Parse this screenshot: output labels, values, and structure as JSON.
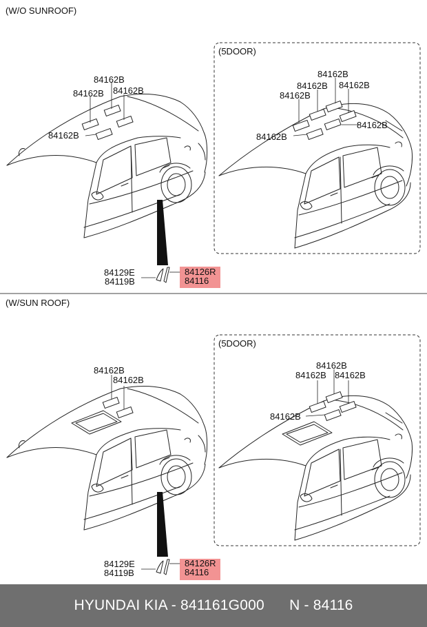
{
  "sections": {
    "top": {
      "title": "(W/O SUNROOF)",
      "box_title": "(5DOOR)"
    },
    "bottom": {
      "title": "(W/SUN ROOF)",
      "box_title": "(5DOOR)"
    }
  },
  "labels": {
    "pad_part": "84162B",
    "bracket_e": "84129E",
    "bracket_b": "84119B",
    "pad_right": "84126R",
    "pad_main": "84116"
  },
  "colors": {
    "highlight": "#f08080",
    "footer_bg": "#6f6f6f",
    "footer_text": "#ffffff"
  },
  "footer": {
    "brand_part": "HYUNDAI KIA - 841161G000",
    "ref": "N - 84116"
  }
}
